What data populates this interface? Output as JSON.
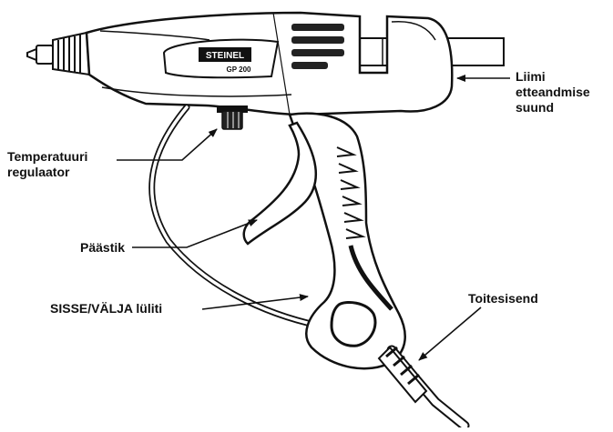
{
  "diagram": {
    "brand_logo": "STEINEL",
    "model_label": "GP 200",
    "labels": {
      "feed_direction": [
        "Liimi",
        "etteandmise",
        "suund"
      ],
      "temperature": [
        "Temperatuuri",
        "regulaator"
      ],
      "trigger": "Päästik",
      "switch": "SISSE/VÄLJA lüliti",
      "power_input": "Toitesisend"
    }
  }
}
